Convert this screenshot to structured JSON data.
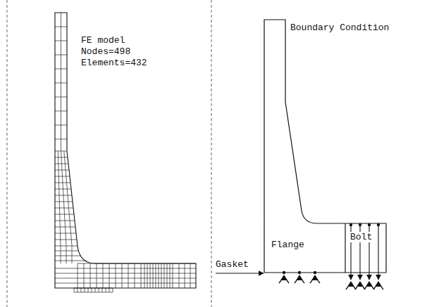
{
  "diagram": {
    "labels": [
      "FE model",
      "Nodes=498",
      "Elements=432",
      "Boundary Condition",
      "Flange",
      "Bolt",
      "Gasket"
    ]
  }
}
